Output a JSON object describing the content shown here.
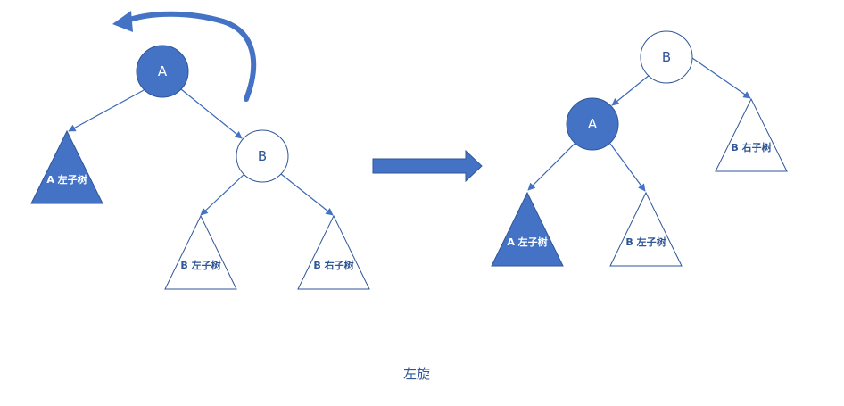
{
  "colors": {
    "primary": "#4472c4",
    "line": "#3a67b7",
    "outline": "#2f5597",
    "fill_white": "#ffffff"
  },
  "left_tree": {
    "node_a": "A",
    "node_b": "B",
    "a_left_subtree": "A 左子树",
    "b_left_subtree": "B 左子树",
    "b_right_subtree": "B 右子树"
  },
  "right_tree": {
    "node_b": "B",
    "node_a": "A",
    "b_right_subtree": "B 右子树",
    "a_left_subtree": "A 左子树",
    "b_left_subtree": "B 左子树"
  },
  "caption": "左旋"
}
